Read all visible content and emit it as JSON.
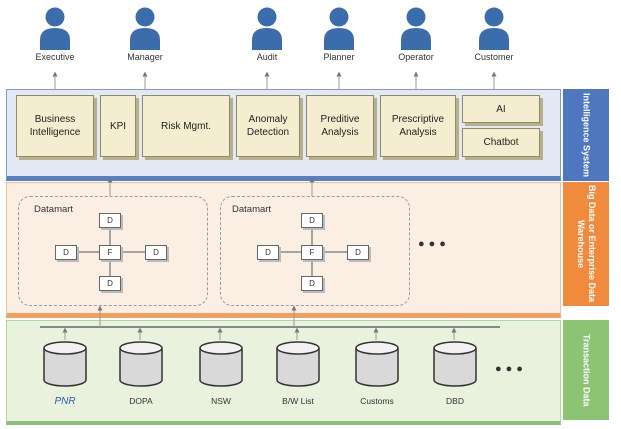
{
  "users": [
    "Executive",
    "Manager",
    "Audit",
    "Planner",
    "Operator",
    "Customer"
  ],
  "intelligence": {
    "label": "Intelligence System",
    "boxes": [
      "Business Intelligence",
      "KPI",
      "Risk Mgmt.",
      "Anomaly Detection",
      "Preditive Analysis",
      "Prescriptive Analysis",
      "AI",
      "Chatbot"
    ]
  },
  "warehouse": {
    "label": "Big Data or Enterprise Data Warehouse",
    "datamart_title": "Datamart",
    "dim": "D",
    "fact": "F",
    "more": "●●●"
  },
  "transaction": {
    "label": "Transaction Data",
    "sources": [
      "PNR",
      "DOPA",
      "NSW",
      "B/W List",
      "Customs",
      "DBD"
    ],
    "more": "●●●"
  },
  "colors": {
    "intelligence_bg": "#e3e8f5",
    "intelligence_border": "#5b7fc2",
    "intelligence_tag": "#4e77c0",
    "warehouse_bg": "#fbeee3",
    "warehouse_border": "#f0a060",
    "warehouse_tag": "#f08a3c",
    "transaction_bg": "#e8f2dc",
    "transaction_border": "#8cc07a",
    "transaction_tag": "#8cc474",
    "user_icon": "#3b6dad"
  }
}
